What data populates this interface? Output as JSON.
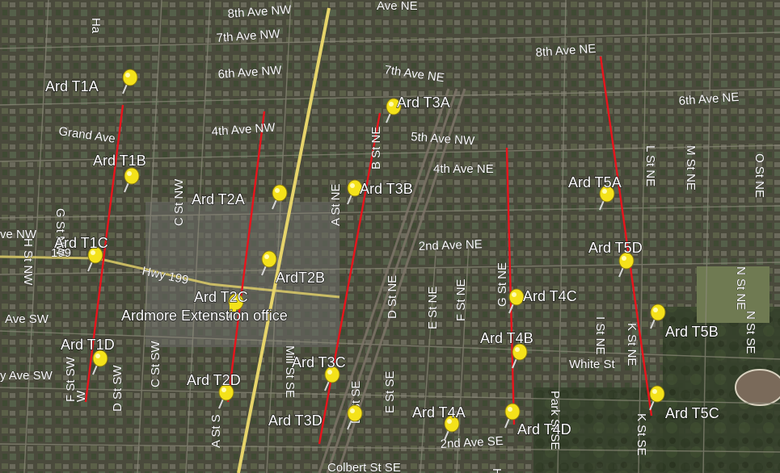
{
  "map": {
    "transect_color": "#e8141c",
    "pin_color": "#f4e21a",
    "highway_color": "#e6d46a",
    "imagery_base_color": "#3b3a2e"
  },
  "transects": [
    {
      "name": "T1"
    },
    {
      "name": "T2"
    },
    {
      "name": "T3"
    },
    {
      "name": "T4"
    },
    {
      "name": "T5"
    }
  ],
  "markers": [
    {
      "label": "Ard T1A"
    },
    {
      "label": "Ard T1B"
    },
    {
      "label": "Ard T1C"
    },
    {
      "label": "Ard T1D"
    },
    {
      "label": "Ard T2A"
    },
    {
      "label": "ArdT2B"
    },
    {
      "label": "Ard T2C"
    },
    {
      "label": "Ard T2D"
    },
    {
      "label": "Ard T3A"
    },
    {
      "label": "Ard T3B"
    },
    {
      "label": "Ard T3C"
    },
    {
      "label": "Ard T3D"
    },
    {
      "label": "Ard T4A"
    },
    {
      "label": "Ard T4B"
    },
    {
      "label": "Ard T4C"
    },
    {
      "label": "Ard T4D"
    },
    {
      "label": "Ard T5A"
    },
    {
      "label": "Ard T5D"
    },
    {
      "label": "Ard T5B"
    },
    {
      "label": "Ard T5C"
    },
    {
      "label": "Ardmore Extenstion office"
    }
  ],
  "streets": [
    "8th Ave NW",
    "7th Ave NW",
    "6th Ave NW",
    "4th Ave NW",
    "Grand Ave",
    "7th Ave NE",
    "5th Ave NW",
    "4th Ave NE",
    "8th Ave NE",
    "6th Ave NE",
    "2nd Ave NE",
    "Hwy 199",
    "199",
    "White St",
    "2nd Ave SE",
    "Colbert St SE",
    "H St NW",
    "G St NW",
    "C St NW",
    "B St NE",
    "A St NE",
    "L St NE",
    "M St NE",
    "O St NE",
    "N St NE",
    "N St SE",
    "I St NE",
    "K St NE",
    "K St SE",
    "G St NE",
    "H",
    "D St NE",
    "E St NE",
    "F St NE",
    "E St SE",
    "Park St SE",
    "D St SE",
    "Mill St SE",
    "A St S",
    "F St SW",
    "D St SW",
    "C St SW",
    "W",
    "Ave SW",
    "y Ave SW",
    "ve NW",
    "Ha",
    "Ave NE"
  ]
}
